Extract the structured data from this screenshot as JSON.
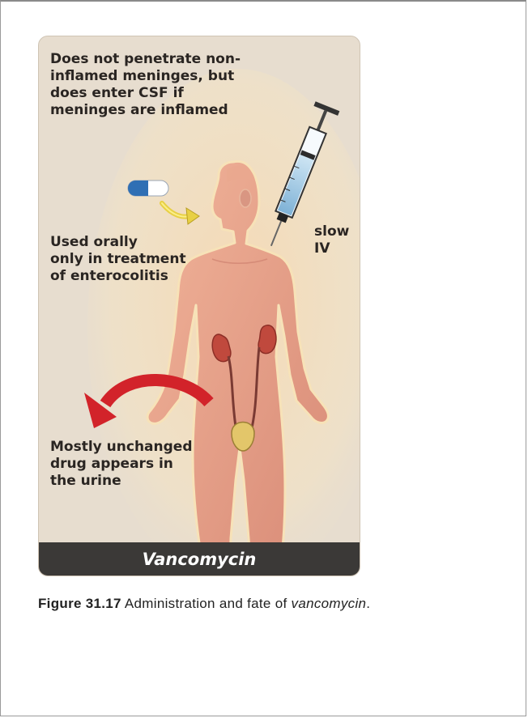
{
  "figure": {
    "notes": {
      "csf": "Does not penetrate non-\ninflamed meninges, but\ndoes enter CSF if\nmeninges are inflamed",
      "oral": "Used orally\nonly in treatment\nof enterocolitis",
      "iv": "slow\nIV",
      "urine": "Mostly unchanged\ndrug appears in\nthe urine"
    },
    "title": "Vancomycin"
  },
  "caption": {
    "label": "Figure 31.17",
    "text": "Administration and fate of",
    "drug": "vancomycin",
    "end": "."
  }
}
